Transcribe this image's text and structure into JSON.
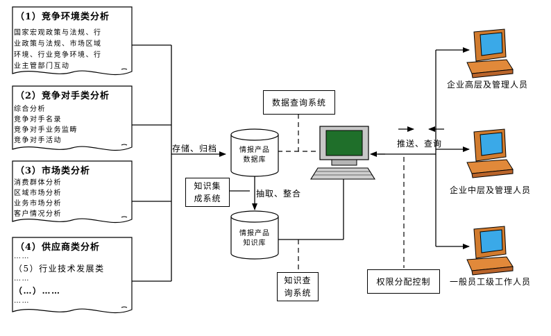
{
  "docs": [
    {
      "title": "（1）竞争环境类分析",
      "lines": [
        "国家宏观政策与法规、行",
        "业政策与法规、市场区域",
        "环境、行业竞争环境、行",
        "业主管部门互动"
      ]
    },
    {
      "title": "（2）竞争对手类分析",
      "lines": [
        "综合分析",
        "竞争对手名录",
        "竞争对手业务监畴",
        "竞争对手活动"
      ]
    },
    {
      "title": "（3）市场类分析",
      "lines": [
        "消费群体分析",
        "区域市场分析",
        "业务市场分析",
        "客户情况分析"
      ]
    },
    {
      "title": "（4）供应商类分析",
      "lines": [
        "……",
        "（5）行业技术发展类",
        "……",
        "（…）……",
        "……"
      ]
    }
  ],
  "labels": {
    "store": "存储、归档",
    "extract": "抽取、整合",
    "push_query": "推送、查询"
  },
  "databases": {
    "db1": "情报产品 数据库",
    "db2": "情报产品 知识库"
  },
  "systems": {
    "data_query": "数据查询系统",
    "knowledge_integration": "知识集 成系统",
    "knowledge_query": "知识查 询系统",
    "permission": "权限分配控制"
  },
  "users": {
    "senior": "企业高层及管理人员",
    "middle": "企业中层及管理人员",
    "general": "一般员工级工作人员"
  }
}
